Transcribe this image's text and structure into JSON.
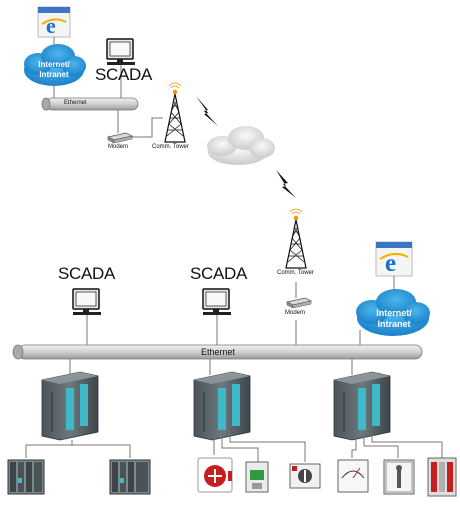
{
  "top_site": {
    "scada_label": "SCADA",
    "cloud_label_line1": "Internet/",
    "cloud_label_line2": "Intranet",
    "ethernet_label": "Ethernet",
    "modem_label": "Modem",
    "tower_label": "Comm. Tower"
  },
  "bottom_site": {
    "scada_label_1": "SCADA",
    "scada_label_2": "SCADA",
    "tower_label": "Comm. Tower",
    "modem_label": "Modem",
    "cloud_label_line1": "Internet/",
    "cloud_label_line2": "Intranet",
    "ethernet_label": "Ethernet"
  },
  "icons": {
    "browser": "internet-explorer-icon",
    "workstation": "computer-monitor-icon",
    "tower": "radio-tower-icon",
    "wireless": "lightning-bolt-icon",
    "plc": "plc-rack-icon"
  },
  "colors": {
    "cloud": "#1e93d6",
    "pipe": "#c9c9c9",
    "plc_body": "#5a6469",
    "plc_accent": "#3fb8c8"
  }
}
